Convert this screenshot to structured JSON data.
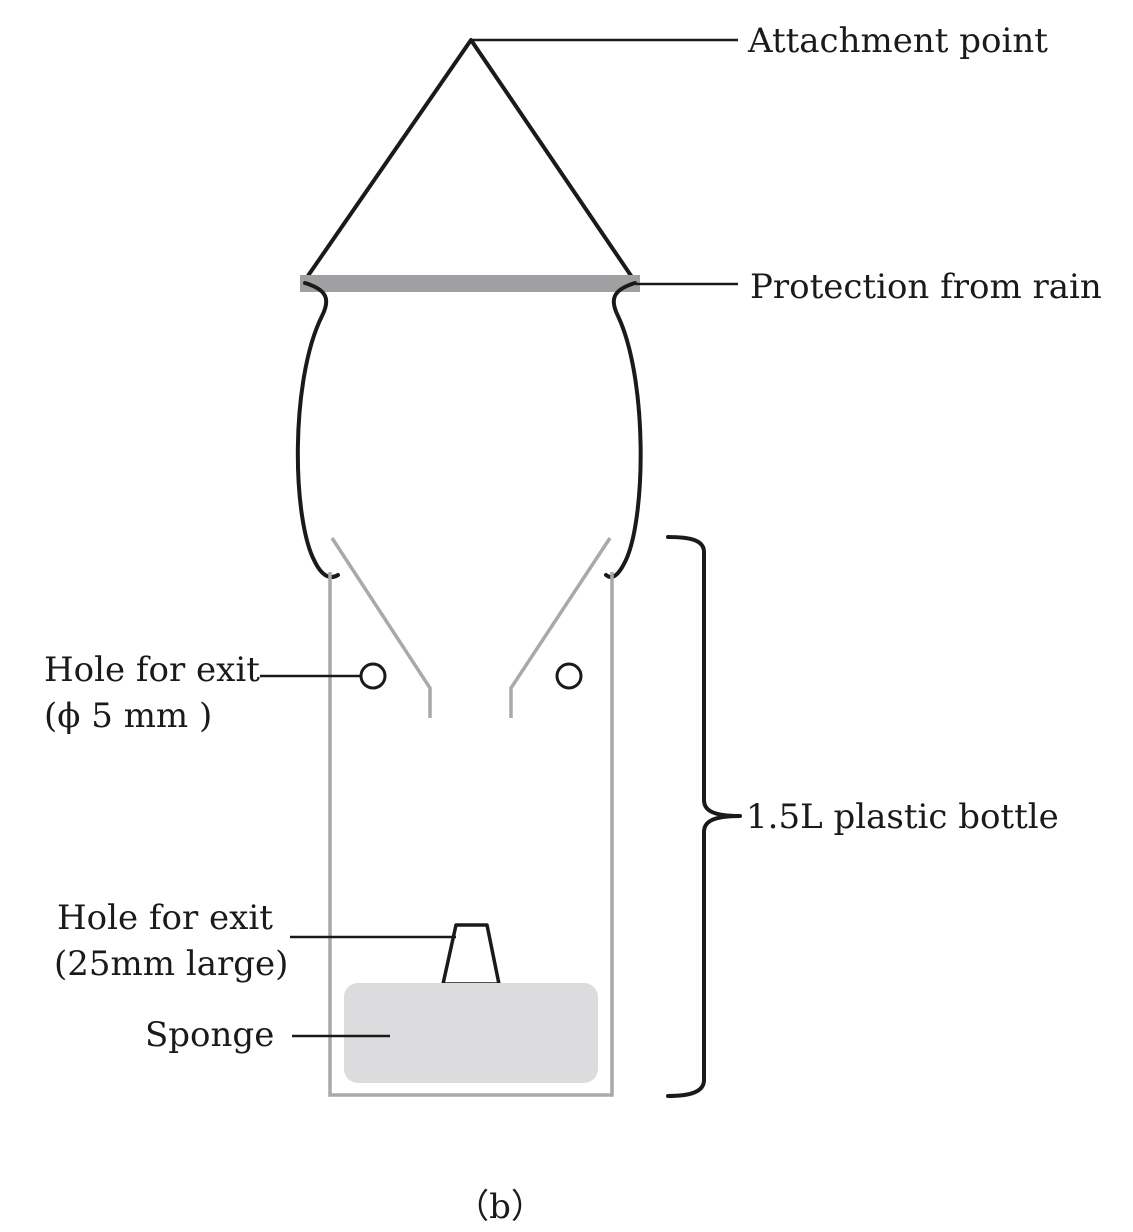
{
  "labels": {
    "attachment_point": "Attachment point",
    "protection_from_rain": "Protection from rain",
    "hole_exit_small_line1": "Hole for exit",
    "hole_exit_small_line2": "(ϕ  5 mm )",
    "bottle": "1.5L plastic bottle",
    "hole_exit_large_line1": "Hole for exit",
    "hole_exit_large_line2": "(25mm large)",
    "sponge": "Sponge",
    "caption": "（b）"
  },
  "colors": {
    "outline": "#1a1a1a",
    "bottle_wall": "#a9a9ab",
    "rain_cover": "#a0a0a2",
    "sponge_fill": "#dcdcde"
  }
}
